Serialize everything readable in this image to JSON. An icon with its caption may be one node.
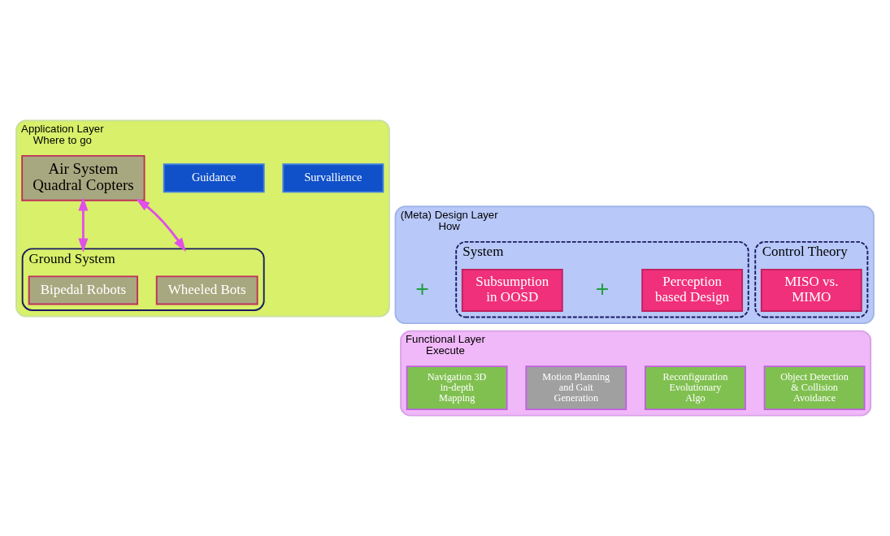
{
  "diagram": {
    "nodes": [
      {
        "text": [
          "Application Layer",
          "Where to go"
        ]
      },
      {
        "text": [
          "Air System",
          "Quadral Copters"
        ],
        "in": 0
      },
      {
        "text": [
          "Survallience"
        ],
        "in": 0
      },
      {
        "text": [
          "Guidance"
        ],
        "in": 0
      },
      {
        "text": [
          "Ground System"
        ],
        "in": 0
      },
      {
        "text": [
          "Wheeled Bots"
        ],
        "in": 4
      },
      {
        "text": [
          "Bipedal Robots"
        ],
        "in": 4
      },
      {
        "text": [
          "(Meta) Design Layer",
          "How"
        ]
      },
      {
        "text": [
          "Control Theory"
        ],
        "in": 7
      },
      {
        "text": [
          "MISO vs. MIMO"
        ],
        "in": 8
      },
      {
        "text": [
          "System"
        ],
        "in": 7
      },
      {
        "text": [
          "Subsumption in OOSD"
        ],
        "in": 10
      },
      {
        "text": [
          "Perception based Design"
        ],
        "in": 10
      },
      {
        "text": [
          "Functional Layer",
          "Execute"
        ]
      },
      {
        "text": [
          "Object Detection & Collision Avoidance"
        ],
        "in": 13
      },
      {
        "text": [
          "Navigation 3D in-depth Mapping"
        ],
        "in": 13
      },
      {
        "text": [
          "Reconfiguration Evolutionary Algo"
        ],
        "in": 13
      },
      {
        "text": [
          "Motion Planning and Gait Generation"
        ],
        "in": 13
      }
    ],
    "edges": [
      {
        "from": 1,
        "to": 4,
        "arrow": "both"
      },
      {
        "from": 1,
        "to": 4,
        "arrow": "both"
      }
    ],
    "labels": [
      "+",
      "+"
    ]
  }
}
